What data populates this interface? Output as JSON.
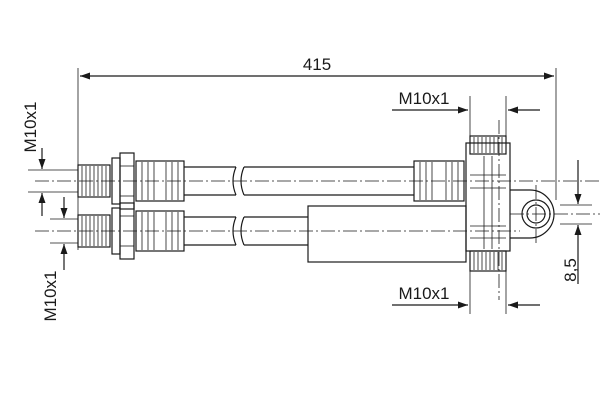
{
  "dimensions": {
    "overall_length": "415",
    "thread_left_top": "M10x1",
    "thread_left_bottom": "M10x1",
    "thread_right_top": "M10x1",
    "thread_right_bottom": "M10x1",
    "offset": "8,5"
  },
  "colors": {
    "ink": "#1a1a1a",
    "background": "#ffffff"
  }
}
